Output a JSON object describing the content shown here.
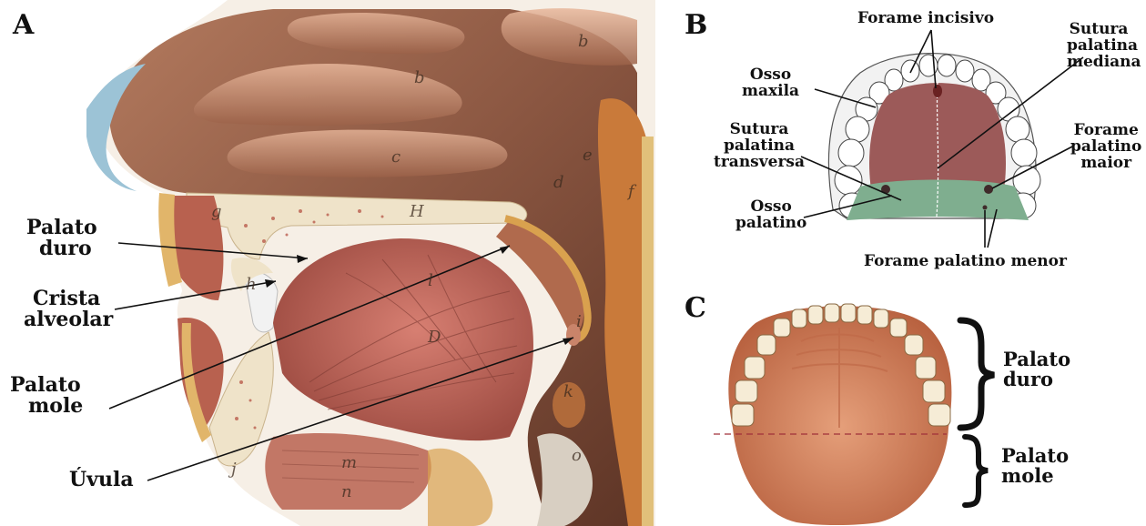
{
  "panels": {
    "a": "A",
    "b": "B",
    "c": "C"
  },
  "panel_a": {
    "labels": {
      "palato_duro_1": "Palato",
      "palato_duro_2": "duro",
      "crista_1": "Crista",
      "crista_2": "alveolar",
      "palato_mole_1": "Palato",
      "palato_mole_2": "mole",
      "uvula": "Úvula"
    },
    "letters": [
      "b",
      "b",
      "c",
      "d",
      "e",
      "f",
      "g",
      "H",
      "h",
      "l",
      "D",
      "i",
      "k",
      "o",
      "m",
      "n",
      "j"
    ]
  },
  "panel_b": {
    "labels": {
      "forame_incisivo": "Forame incisivo",
      "sutura_mediana_1": "Sutura",
      "sutura_mediana_2": "palatina",
      "sutura_mediana_3": "mediana",
      "osso_maxila_1": "Osso",
      "osso_maxila_2": "maxila",
      "forame_maior_1": "Forame",
      "forame_maior_2": "palatino",
      "forame_maior_3": "maior",
      "sutura_transversa_1": "Sutura",
      "sutura_transversa_2": "palatina",
      "sutura_transversa_3": "transversa",
      "osso_palatino_1": "Osso",
      "osso_palatino_2": "palatino",
      "forame_menor": "Forame palatino menor"
    }
  },
  "panel_c": {
    "labels": {
      "palato_duro_1": "Palato",
      "palato_duro_2": "duro",
      "palato_mole_1": "Palato",
      "palato_mole_2": "mole"
    }
  },
  "colors": {
    "muscle": "#b8614f",
    "bone": "#efe3c9",
    "mucosa": "#c9846a",
    "cavity": "#7a4a36",
    "maxilla": "#9c5a59",
    "palatine": "#7fae8f",
    "tooth": "#f2f2f2"
  }
}
